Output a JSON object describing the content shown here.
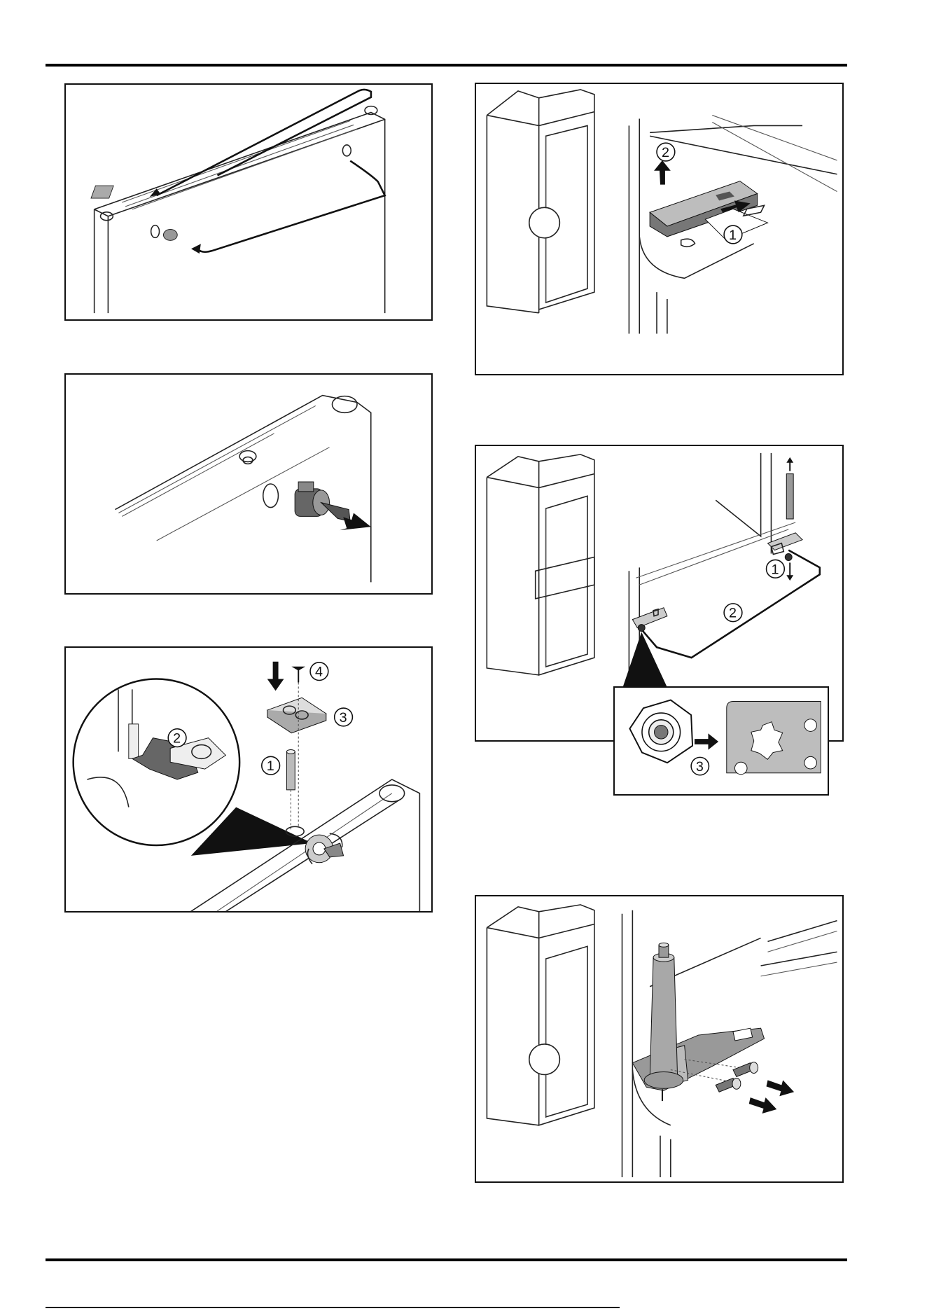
{
  "figures": {
    "fig_a_top_cover": {},
    "fig_b_key_insert": {},
    "fig_c_pin_plate": {
      "labels": [
        "1",
        "2",
        "3",
        "4"
      ]
    },
    "fig_d_rail_remove": {
      "labels": [
        "1",
        "2"
      ]
    },
    "fig_e_hinge_move": {
      "labels": [
        "1",
        "2",
        "3"
      ]
    },
    "fig_f_hinge_screws": {}
  },
  "colors": {
    "line": "#222222",
    "rail_gray": "#777777",
    "plate_gray": "#bdbdbd"
  }
}
